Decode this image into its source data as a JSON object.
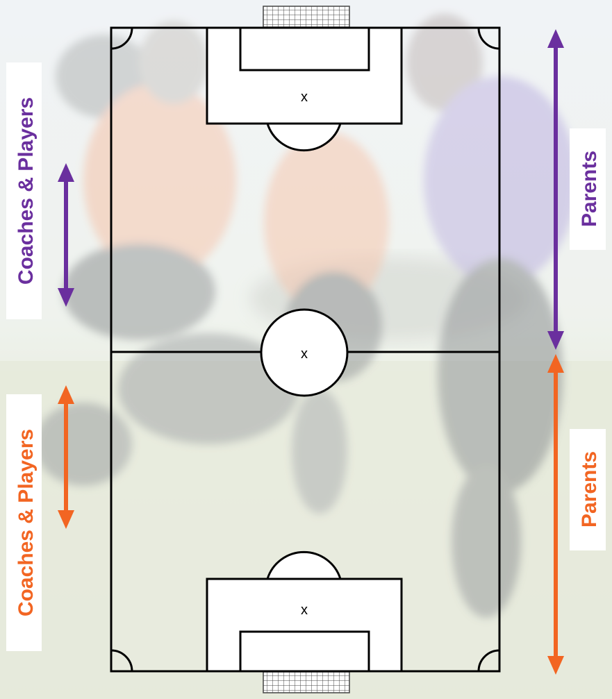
{
  "field": {
    "top_penalty_mark": "x",
    "center_mark": "x",
    "bottom_penalty_mark": "x"
  },
  "labels": {
    "coaches_players_top": "Coaches & Players",
    "coaches_players_bottom": "Coaches & Players",
    "parents_top": "Parents",
    "parents_bottom": "Parents"
  },
  "colors": {
    "top_half_accent": "#6a2f9e",
    "bottom_half_accent": "#f26522",
    "field_line": "#000000",
    "field_fill": "#ffffff"
  },
  "icons": [
    "double-arrow-icon",
    "goal-net-icon"
  ]
}
